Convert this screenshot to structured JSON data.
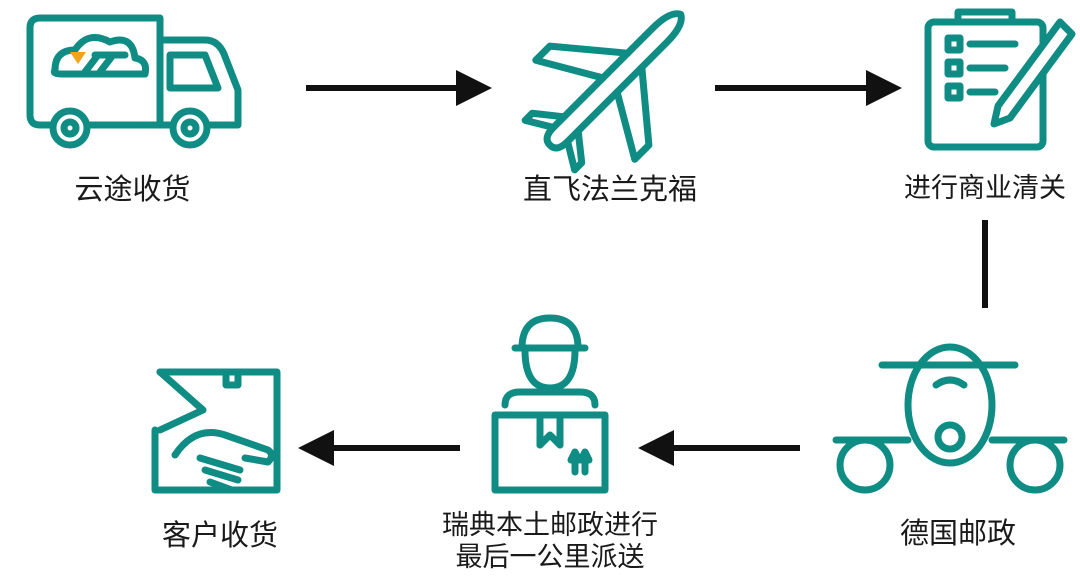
{
  "colors": {
    "teal": "#0f8c84",
    "accent": "#f3a21b",
    "arrow": "#111111"
  },
  "steps": {
    "yuntu_receive": {
      "label": "云途收货",
      "icon": "delivery-truck-icon"
    },
    "direct_flight": {
      "label": "直飞法兰克福",
      "icon": "airplane-icon"
    },
    "customs": {
      "label": "进行商业清关",
      "icon": "clipboard-pencil-icon"
    },
    "dhl_germany": {
      "label": "德国邮政",
      "icon": "aircraft-front-icon"
    },
    "sweden_post": {
      "line1": "瑞典本土邮政进行",
      "line2": "最后一公里派送",
      "icon": "courier-with-box-icon"
    },
    "customer_receive": {
      "label": "客户收货",
      "icon": "hand-with-parcel-icon"
    }
  }
}
